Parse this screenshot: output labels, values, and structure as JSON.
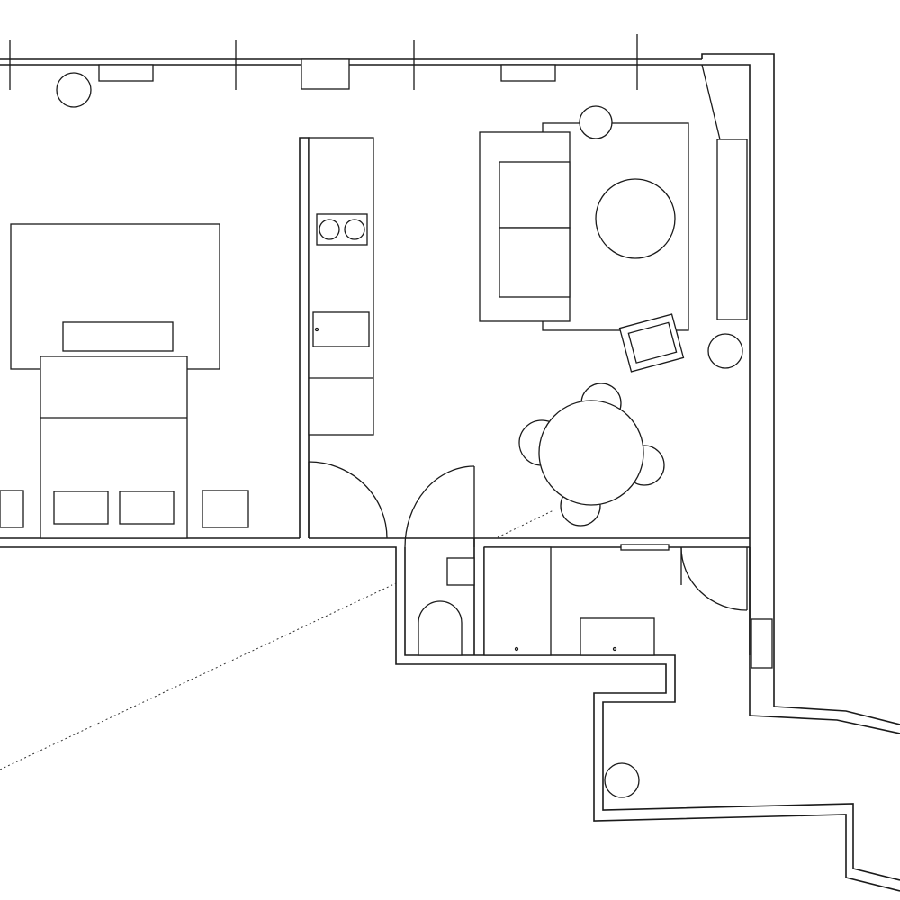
{
  "diagram": {
    "type": "floor-plan",
    "line_color": "#1a1a1a",
    "background": "#ffffff",
    "rooms": [
      "bedroom",
      "kitchen",
      "living-dining",
      "bathroom",
      "shower-room",
      "balcony"
    ],
    "labels": []
  }
}
